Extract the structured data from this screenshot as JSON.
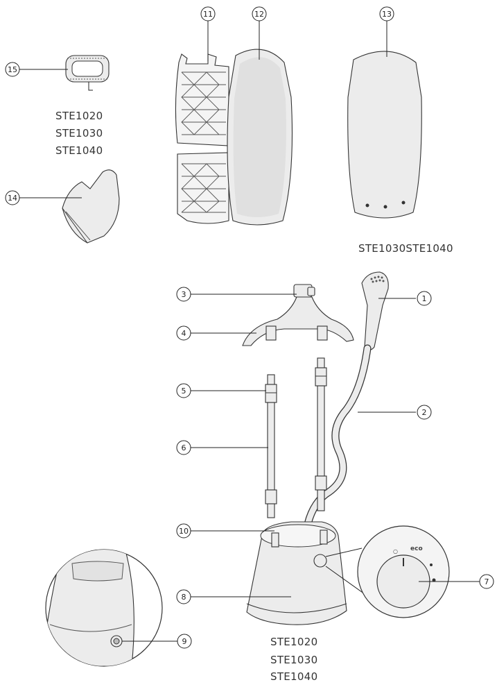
{
  "colors": {
    "part_fill": "#ececec",
    "outline": "#333333",
    "background": "#ffffff"
  },
  "callouts": {
    "c1": "1",
    "c2": "2",
    "c3": "3",
    "c4": "4",
    "c5": "5",
    "c6": "6",
    "c7": "7",
    "c8": "8",
    "c9": "9",
    "c10": "10",
    "c11": "11",
    "c12": "12",
    "c13": "13",
    "c14": "14",
    "c15": "15"
  },
  "model_labels": {
    "top_left": [
      "STE1020",
      "STE1030",
      "STE1040"
    ],
    "top_right": "STE1030STE1040",
    "bottom": [
      "STE1020",
      "STE1030",
      "STE1040"
    ]
  },
  "dial_marks": {
    "eco": "eco"
  },
  "parts": [
    "steamer-head-icon",
    "hose-icon",
    "garment-hanger-icon",
    "hanger-arms-icon",
    "pole-lock-icon",
    "pole-icon",
    "steam-setting-dial-icon",
    "water-tank-icon",
    "drain-plug-icon",
    "pole-socket-icon",
    "brush-pad-icon",
    "ironing-board-icon",
    "ironing-board-large-icon",
    "glove-icon",
    "brush-icon"
  ]
}
